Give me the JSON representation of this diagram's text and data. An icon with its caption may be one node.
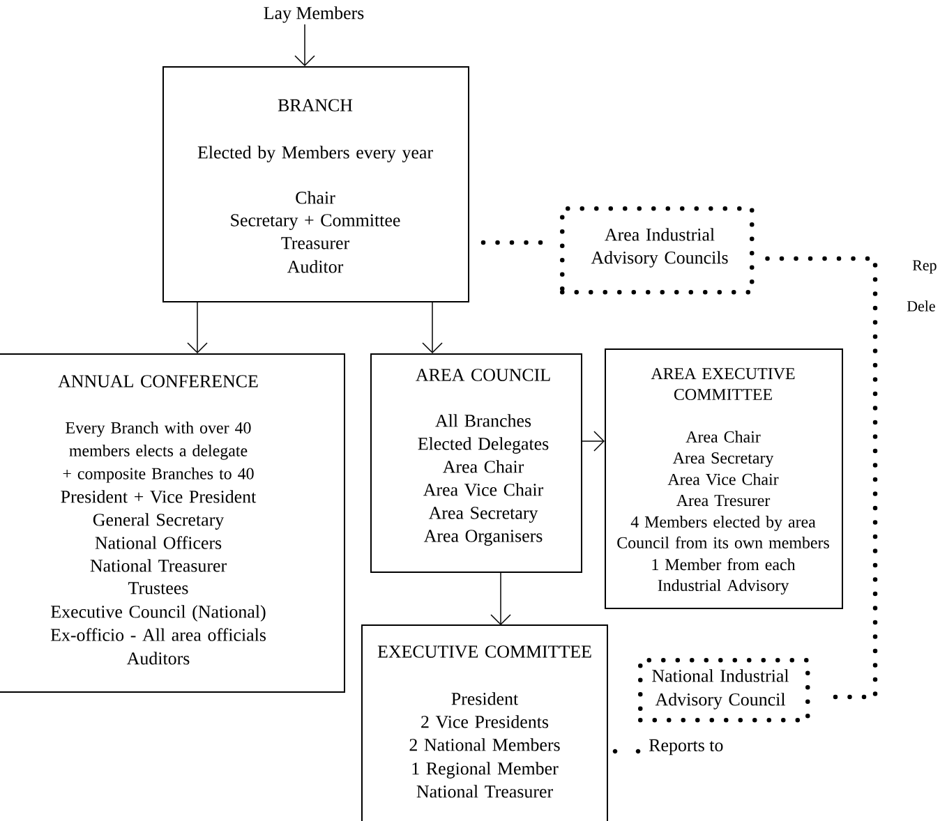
{
  "diagram": {
    "nodes": [
      {
        "text": [
          "Lay Members"
        ]
      },
      {
        "text": [
          "BRANCH",
          "Elected by Members every year",
          "Chair",
          "Secretary + Committee",
          "Treasurer",
          "Auditor"
        ]
      },
      {
        "text": [
          "Area Industrial Advisory Councils"
        ]
      },
      {
        "text": [
          "ANNUAL CONFERENCE",
          "Every Branch with over 40 members elects a delegate + composite Branches to 40",
          "President + Vice President",
          "General Secretary",
          "National Officers",
          "National Treasurer",
          "Trustees",
          "Executive Council (National)",
          "Ex-officio - All area officials",
          "Auditors"
        ]
      },
      {
        "text": [
          "AREA COUNCIL",
          "All Branches",
          "Elected Delegates",
          "Area Chair",
          "Area Vice Chair",
          "Area Secretary",
          "Area Organisers"
        ]
      },
      {
        "text": [
          "AREA EXECUTIVE COMMITTEE",
          "Area Chair",
          "Area Secretary",
          "Area Vice Chair",
          "Area Tresurer",
          "4 Members elected by area Council from its own members",
          "1 Member from each Industrial Advisory"
        ]
      },
      {
        "text": [
          "EXECUTIVE COMMITTEE",
          "President",
          "2 Vice Presidents",
          "2 National Members",
          "1 Regional Member",
          "National Treasurer"
        ]
      },
      {
        "text": [
          "National Industrial Advisory Council"
        ]
      }
    ],
    "edges": [
      {
        "from": 0,
        "to": 1,
        "arrow": "to"
      },
      {
        "from": 1,
        "to": 3,
        "arrow": "to"
      },
      {
        "from": 1,
        "to": 4,
        "arrow": "to"
      },
      {
        "from": 4,
        "to": 5,
        "arrow": "to"
      },
      {
        "from": 4,
        "to": 6,
        "arrow": "to"
      },
      {
        "from": 1,
        "to": 2,
        "arrow": "none",
        "style": "dashed"
      },
      {
        "from": 2,
        "to": 7,
        "arrow": "none",
        "style": "dashed"
      }
    ],
    "labels": [
      "Rep",
      "Dele"
    ],
    "legend": [
      {
        "text": "Reports to"
      }
    ]
  }
}
